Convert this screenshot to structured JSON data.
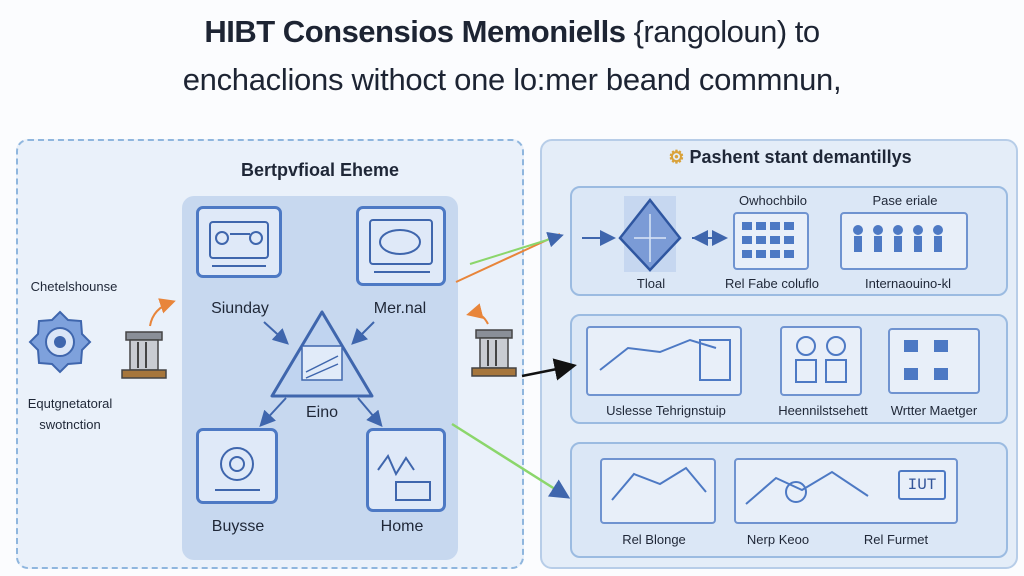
{
  "heading": {
    "line1_bold": "HIBT Consensios Memoniells",
    "line1_rest": " {rangoloun) to",
    "line2": "enchaclions withoct one lo:mer beand commnun,"
  },
  "left_panel": {
    "title": "Bertpvfioal Eheme",
    "side_top": "Chetelshounse",
    "side_bottom_1": "Equtgnetatoral",
    "side_bottom_2": "swotnction",
    "nodes": {
      "top_left": "Siunday",
      "top_right": "Mer.nal",
      "center": "Eino",
      "bottom_left": "Buysse",
      "bottom_right": "Home"
    }
  },
  "right_panel": {
    "title": "Pashent stant demantillys",
    "row1": {
      "caption_a": "Owhochbilo",
      "caption_b": "Pase eriale",
      "label_1": "Tloal",
      "label_2": "Rel Fabe coluflo",
      "label_3": "Internaouino-kl"
    },
    "row2": {
      "label_1": "Uslesse Tehrignstuip",
      "label_2": "Heennilstsehett",
      "label_3": "Wrtter Maetger"
    },
    "row3": {
      "label_1": "Rel Blonge",
      "label_2": "Nerp Keoo",
      "label_3": "Rel Furmet",
      "screen_text": "IUT"
    }
  },
  "colors": {
    "icon_blue": "#4d79c4",
    "arrow_orange": "#e8853a",
    "arrow_green": "#8bd66b",
    "arrow_black": "#111111"
  },
  "icons": [
    "gear-icon",
    "building-icon",
    "settings-panel-icon",
    "monitor-icon",
    "triangle-node-icon",
    "virus-icon",
    "chart-icon",
    "diamond-network-icon",
    "grid-icon",
    "people-icon"
  ]
}
